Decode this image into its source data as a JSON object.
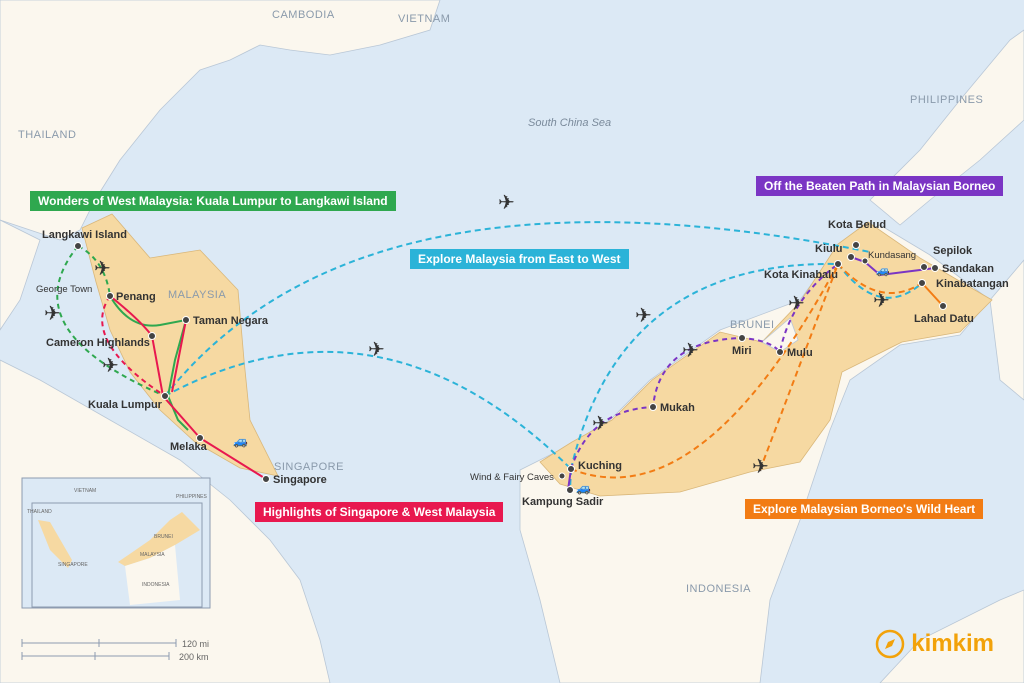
{
  "countries": {
    "cambodia": "CAMBODIA",
    "vietnam": "VIETNAM",
    "thailand": "THAILAND",
    "philippines": "PHILIPPINES",
    "malaysia": "MALAYSIA",
    "singapore": "SINGAPORE",
    "brunei": "BRUNEI",
    "indonesia": "INDONESIA"
  },
  "sea": "South China Sea",
  "routes": [
    {
      "label": "Wonders of West Malaysia: Kuala Lumpur to Langkawi Island",
      "color": "#2fa84f"
    },
    {
      "label": "Explore Malaysia from East to West",
      "color": "#2bb3d8"
    },
    {
      "label": "Off the Beaten Path in Malaysian Borneo",
      "color": "#7b35c4"
    },
    {
      "label": "Highlights of Singapore & West Malaysia",
      "color": "#e8184f"
    },
    {
      "label": "Explore Malaysian Borneo's Wild Heart",
      "color": "#f27c14"
    }
  ],
  "places": {
    "langkawi": "Langkawi Island",
    "george_town": "George Town",
    "penang": "Penang",
    "cameron": "Cameron Highlands",
    "taman_negara": "Taman Negara",
    "kuala_lumpur": "Kuala Lumpur",
    "melaka": "Melaka",
    "singapore": "Singapore",
    "kuching": "Kuching",
    "wind_caves": "Wind & Fairy Caves",
    "kampung_sadir": "Kampung Sadir",
    "mukah": "Mukah",
    "miri": "Miri",
    "mulu": "Mulu",
    "kota_kinabalu": "Kota Kinabalu",
    "kiulu": "Kiulu",
    "kota_belud": "Kota Belud",
    "kundasang": "Kundasang",
    "sepilok": "Sepilok",
    "sandakan": "Sandakan",
    "kinabatangan": "Kinabatangan",
    "lahad_datu": "Lahad Datu"
  },
  "inset": {
    "vietnam": "VIETNAM",
    "thailand": "THAILAND",
    "philippines": "PHILIPPINES",
    "brunei": "BRUNEI",
    "malaysia": "MALAYSIA",
    "singapore": "SINGAPORE",
    "indonesia": "INDONESIA"
  },
  "scale": {
    "miles": "120 mi",
    "km": "200 km"
  },
  "brand": "kimkim",
  "colors": {
    "land": "#fbf7ee",
    "malaysia": "#f6d9a2",
    "water": "#dce9f5"
  }
}
